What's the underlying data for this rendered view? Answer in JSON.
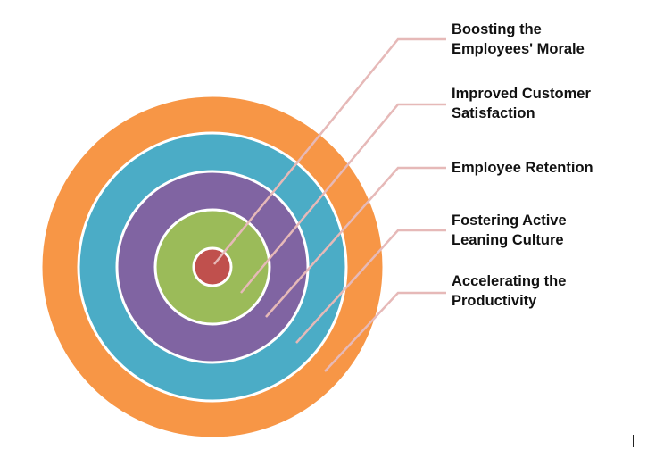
{
  "colors": {
    "ring_outer": "#F79646",
    "ring_2": "#4BACC6",
    "ring_3": "#8064A2",
    "ring_4": "#9BBB59",
    "core": "#C0504D",
    "leader_line": "#E6B9B8",
    "label_text": "#111111"
  },
  "labels": [
    {
      "text": "Boosting the\nEmployees' Morale"
    },
    {
      "text": "Improved Customer\nSatisfaction"
    },
    {
      "text": "Employee Retention"
    },
    {
      "text": "Fostering Active\nLeaning Culture"
    },
    {
      "text": "Accelerating the\nProductivity"
    }
  ]
}
